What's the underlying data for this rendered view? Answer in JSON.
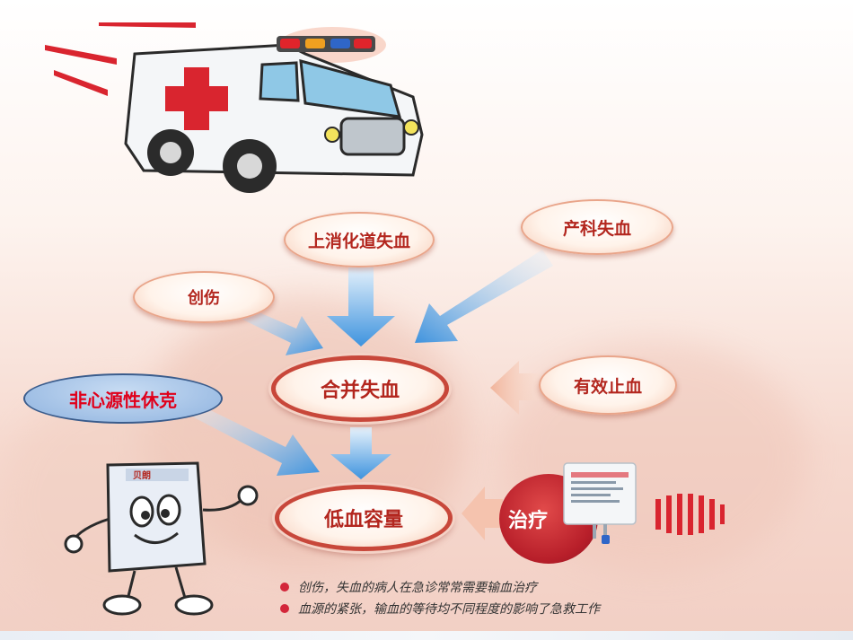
{
  "nodes": {
    "upper_gi": "上消化道失血",
    "obstetric": "产科失血",
    "trauma": "创伤",
    "combined": "合并失血",
    "hemostasis": "有效止血",
    "hypovolemia": "低血容量",
    "non_cardiogenic_shock": "非心源性休克"
  },
  "treatment_label": "治疗",
  "notes": [
    "创伤，失血的病人在急诊常常需要输血治疗",
    "血源的紧张，输血的等待均不同程度的影响了急救工作"
  ],
  "mascot_label": "贝朗",
  "colors": {
    "node_text": "#b3261e",
    "arrow_blue": "#4a9be0",
    "arrow_pale": "#c9e3f8",
    "shock_text": "#e0001b",
    "bullet": "#d3263a"
  }
}
